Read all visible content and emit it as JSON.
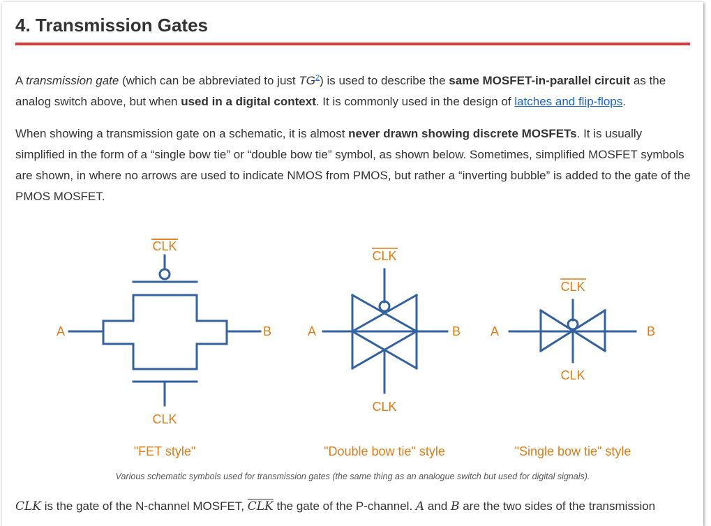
{
  "heading": "4.  Transmission Gates",
  "p1": {
    "a": "A ",
    "term": "transmission gate",
    "b": " (which can be abbreviated to just ",
    "abbr": "TG",
    "footnote": "2",
    "c": ") is used to describe the ",
    "bold1": "same MOSFET-in-parallel circuit",
    "d": " as the analog switch above, but when ",
    "bold2": "used in a digital context",
    "e": ". It is commonly used in the design of ",
    "link": "latches and flip-flops",
    "f": "."
  },
  "p2": {
    "a": "When showing a transmission gate on a schematic, it is almost ",
    "bold": "never drawn showing discrete MOSFETs",
    "b": ". It is usually simplified in the form of a “single bow tie” or “double bow tie” symbol, as shown below. Sometimes, simplified MOSFET symbols are shown, in where no arrows are used to indicate NMOS from PMOS, but rather a “inverting bubble” is added to the gate of the PMOS MOSFET."
  },
  "labels": {
    "clk": "CLK",
    "a": "A",
    "b": "B",
    "fet_style": "\"FET style\"",
    "double_style": "\"Double bow tie\" style",
    "single_style": "\"Single bow tie\" style"
  },
  "caption": "Various schematic symbols used for transmission gates (the same thing as an analogue switch but used for digital signals).",
  "p3": {
    "clk": "CLK",
    "a": " is the gate of the N-channel MOSFET, ",
    "clkbar": "CLK",
    "b": " the gate of the P-channel. ",
    "A": "A",
    "c": " and ",
    "B": "B",
    "d": " are the two sides of the transmission"
  },
  "colors": {
    "line": "#33629e",
    "label": "#e07b16",
    "rule": "#d9383d",
    "link": "#1a66cc"
  }
}
